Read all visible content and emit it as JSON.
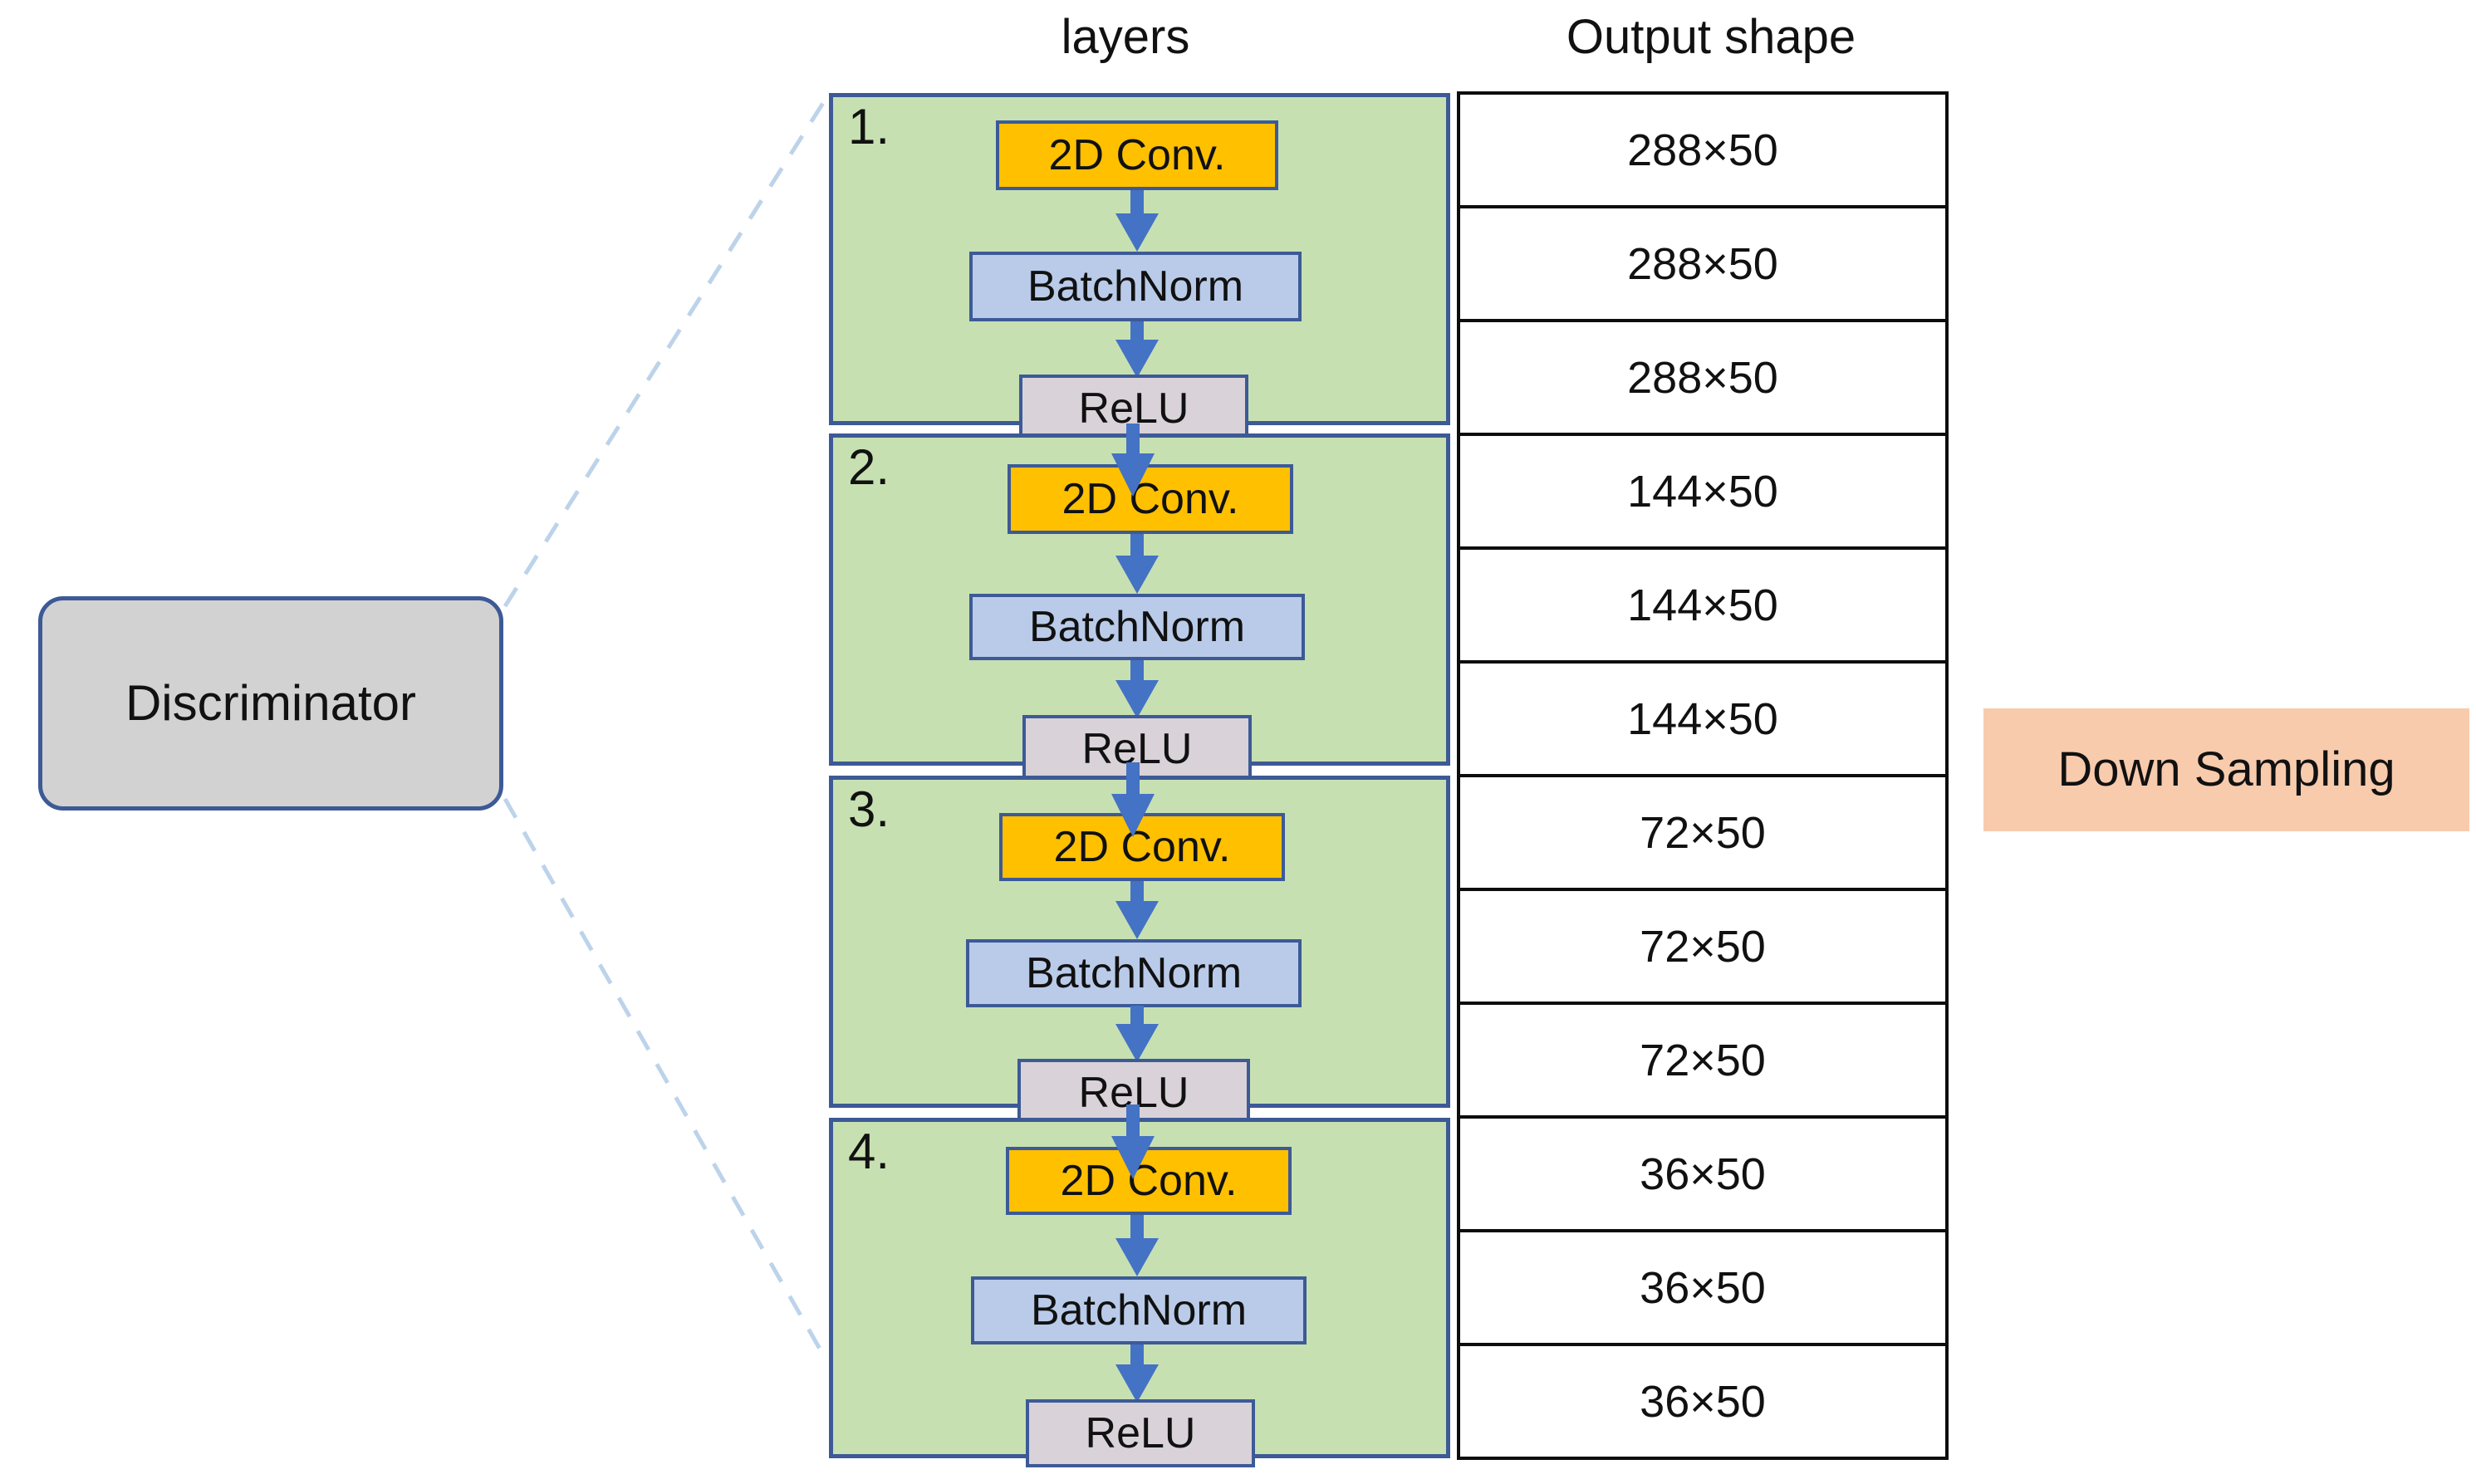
{
  "headers": {
    "layers": "layers",
    "output_shape": "Output shape"
  },
  "discriminator": {
    "label": "Discriminator"
  },
  "badge": {
    "label": "Down Sampling"
  },
  "colors": {
    "block_fill": "#c7e0b4",
    "block_border": "#3d5a96",
    "conv_fill": "#ffc000",
    "batchnorm_fill": "#b9cbe9",
    "relu_fill": "#d9d2d9",
    "arrow": "#4472c4",
    "discriminator_fill": "#d2d2d2",
    "badge_fill": "#f8cbad",
    "table_border": "#0d0d0d"
  },
  "layers": [
    {
      "number": "1.",
      "nodes": [
        {
          "label": "2D Conv.",
          "type": "conv"
        },
        {
          "label": "BatchNorm",
          "type": "batchnorm"
        },
        {
          "label": "ReLU",
          "type": "relu"
        }
      ]
    },
    {
      "number": "2.",
      "nodes": [
        {
          "label": "2D Conv.",
          "type": "conv"
        },
        {
          "label": "BatchNorm",
          "type": "batchnorm"
        },
        {
          "label": "ReLU",
          "type": "relu"
        }
      ]
    },
    {
      "number": "3.",
      "nodes": [
        {
          "label": "2D Conv.",
          "type": "conv"
        },
        {
          "label": "BatchNorm",
          "type": "batchnorm"
        },
        {
          "label": "ReLU",
          "type": "relu"
        }
      ]
    },
    {
      "number": "4.",
      "nodes": [
        {
          "label": "2D Conv.",
          "type": "conv"
        },
        {
          "label": "BatchNorm",
          "type": "batchnorm"
        },
        {
          "label": "ReLU",
          "type": "relu"
        }
      ]
    }
  ],
  "output_shapes": [
    "288×50",
    "288×50",
    "288×50",
    "144×50",
    "144×50",
    "144×50",
    "72×50",
    "72×50",
    "72×50",
    "36×50",
    "36×50",
    "36×50"
  ]
}
